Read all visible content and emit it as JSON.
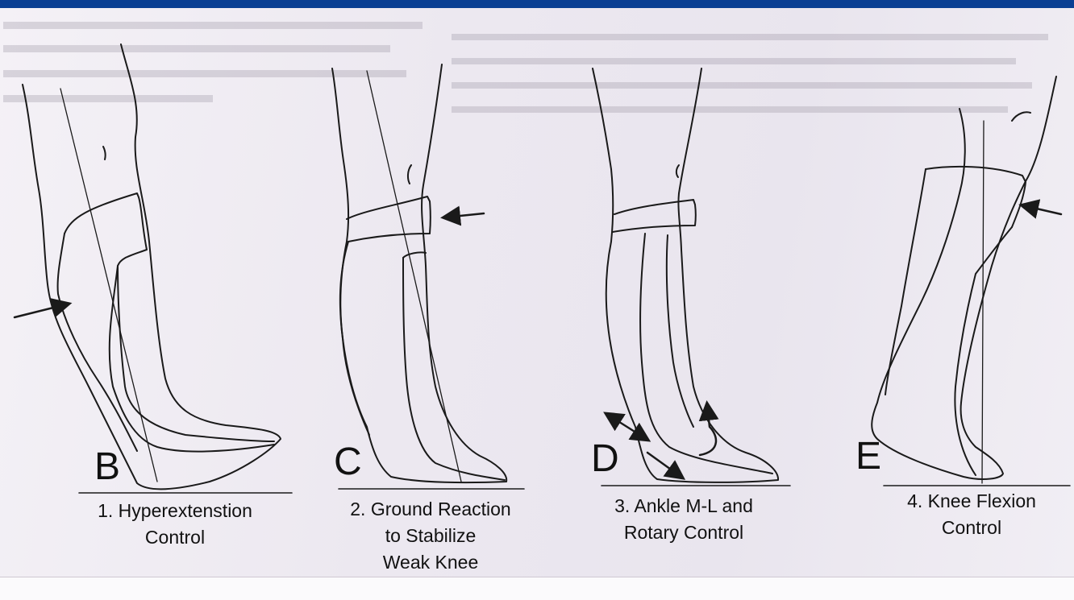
{
  "background_color": "#0a3f93",
  "panels": [
    {
      "letter": "B",
      "caption": [
        "1. Hyperextenstion",
        "Control"
      ]
    },
    {
      "letter": "C",
      "caption": [
        "2. Ground Reaction",
        "to Stabilize",
        "Weak Knee"
      ]
    },
    {
      "letter": "D",
      "caption": [
        "3. Ankle M-L and",
        "Rotary Control"
      ]
    },
    {
      "letter": "E",
      "caption": [
        "4. Knee Flexion",
        "Control"
      ]
    }
  ]
}
